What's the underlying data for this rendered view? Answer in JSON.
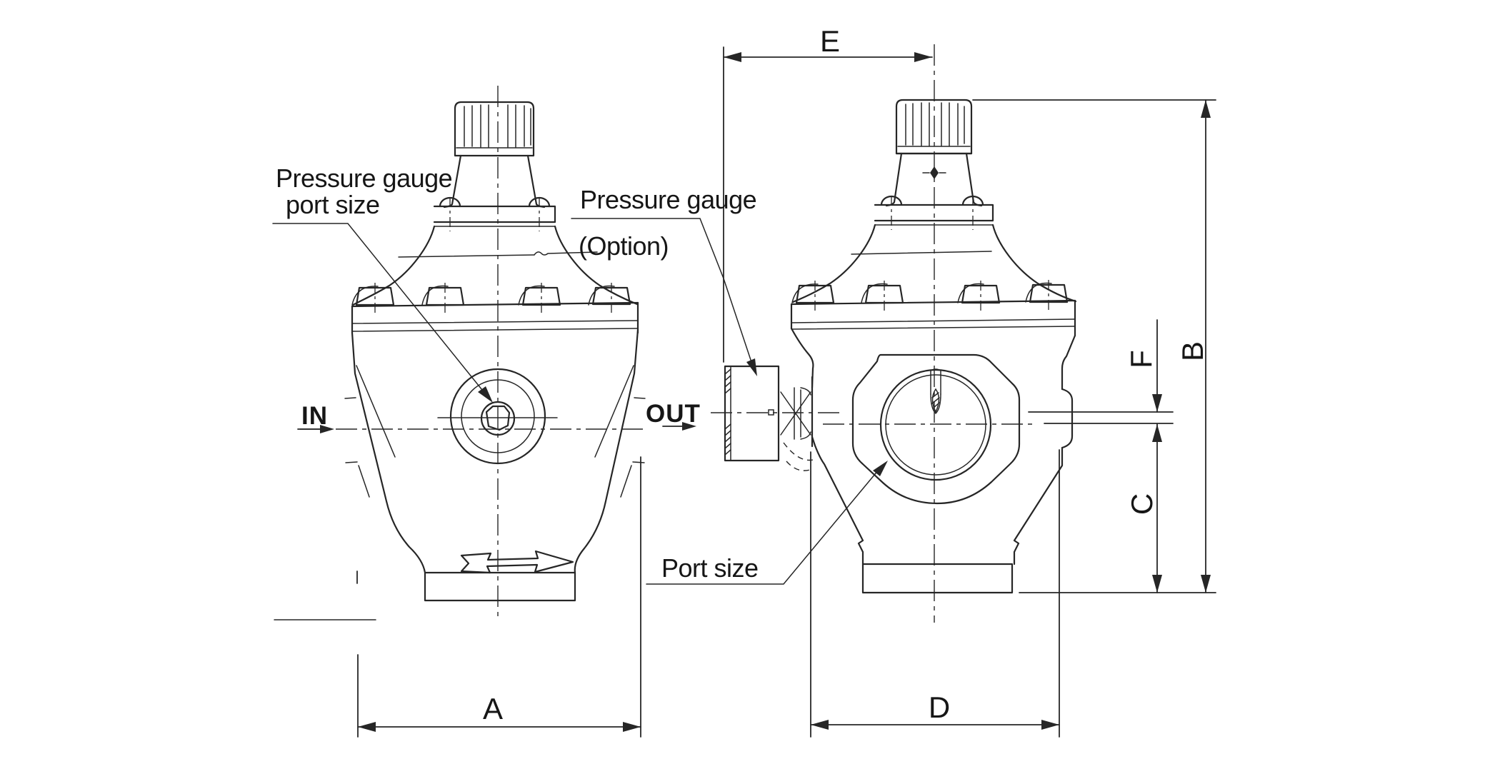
{
  "annotations": {
    "gauge_port_label": {
      "line1": "Pressure gauge",
      "line2": "port size"
    },
    "gauge_label": {
      "line1": "Pressure gauge",
      "line2": "(Option)"
    },
    "port_size_label": "Port size",
    "inlet_label": "IN",
    "outlet_label": "OUT"
  },
  "dimension_labels": {
    "a": "A",
    "b": "B",
    "c": "C",
    "d": "D",
    "e": "E",
    "f": "F"
  },
  "colors": {
    "background": "#ffffff",
    "line": "#262626",
    "text": "#161616"
  }
}
